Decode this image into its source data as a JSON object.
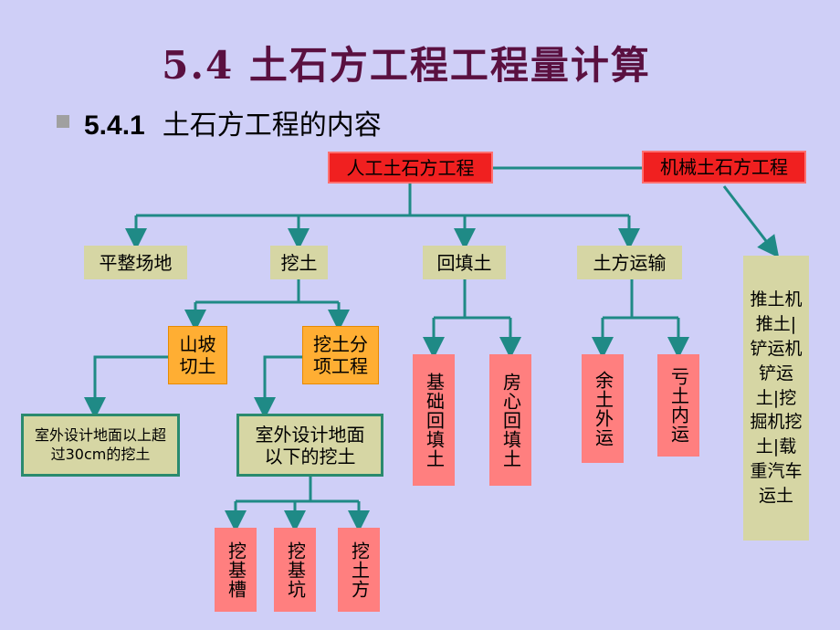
{
  "title": "5.4  土石方工程工程量计算",
  "subtitle": {
    "number": "5.4.1",
    "text": "土石方工程的内容"
  },
  "nodes": {
    "manual": "人工土石方工程",
    "mechanical": "机械土石方工程",
    "leveling": "平整场地",
    "digging": "挖土",
    "backfill": "回填土",
    "transport": "土方运输",
    "slope_cut": "山坡切土",
    "dig_sub": "挖土分项工程",
    "above": "室外设计地面以上超过30cm的挖土",
    "below": "室外设计地面以下的挖土",
    "trench": "挖基槽",
    "pit": "挖基坑",
    "earthwork": "挖土方",
    "foundation_fill": "基础回填土",
    "room_fill": "房心回填土",
    "surplus": "余土外运",
    "deficit": "亏土内运",
    "machines": "推土机推土|铲运机铲运土|挖掘机挖土|载重汽车运土"
  },
  "colors": {
    "background": "#cfcff7",
    "title": "#5a1040",
    "connector": "#1f8a86",
    "red": "#f02020",
    "tan": "#d6d6a4",
    "orange": "#ffae33",
    "pink": "#ff7f7f",
    "green_border": "#2a8a6e"
  }
}
